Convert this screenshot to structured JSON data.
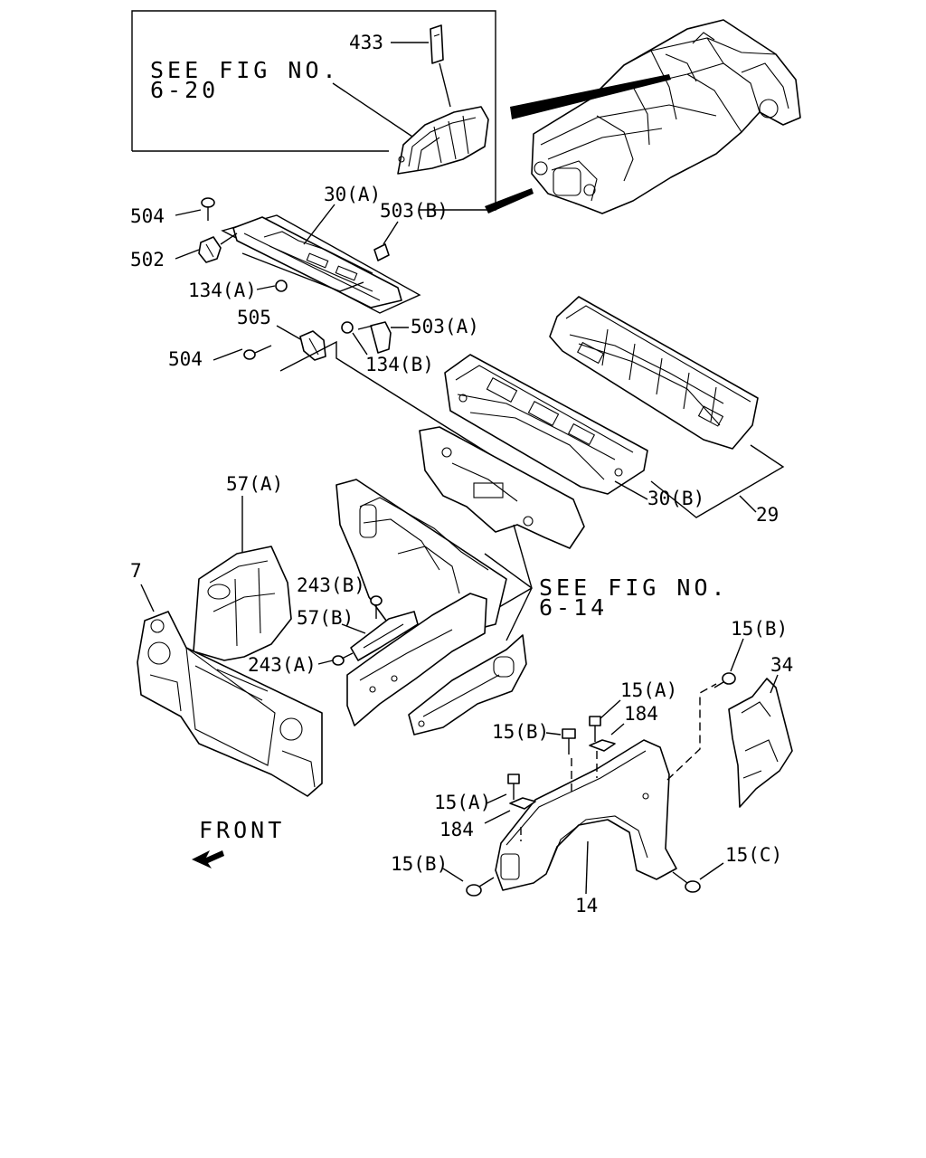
{
  "diagram": {
    "see_fig_a": {
      "line1": "SEE FIG NO.",
      "line2": "6-20"
    },
    "see_fig_b": {
      "line1": "SEE FIG NO.",
      "line2": "6-14"
    },
    "front_label": "FRONT",
    "labels": {
      "l433": "433",
      "l30a": "30(A)",
      "l503b": "503(B)",
      "l504a": "504",
      "l502": "502",
      "l134a": "134(A)",
      "l505": "505",
      "l503a": "503(A)",
      "l504b": "504",
      "l134b": "134(B)",
      "l30b": "30(B)",
      "l29": "29",
      "l57a": "57(A)",
      "l7": "7",
      "l243b": "243(B)",
      "l57b": "57(B)",
      "l243a": "243(A)",
      "l15b_top": "15(B)",
      "l34": "34",
      "l15a_top": "15(A)",
      "l184_top": "184",
      "l15b_mid": "15(B)",
      "l15a_mid": "15(A)",
      "l184_mid": "184",
      "l15b_low": "15(B)",
      "l15c": "15(C)",
      "l14": "14"
    }
  }
}
